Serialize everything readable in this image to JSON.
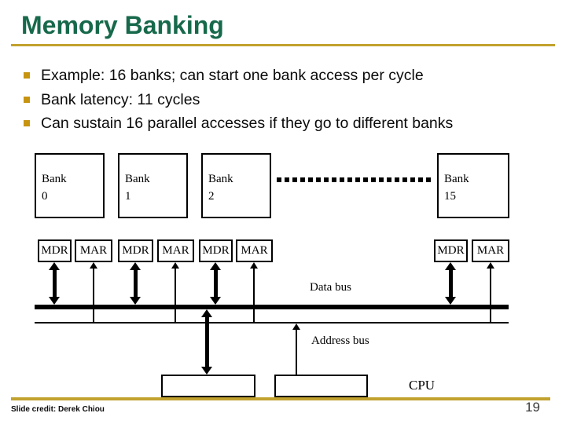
{
  "slide": {
    "title": "Memory Banking",
    "bullets": [
      "Example: 16 banks; can start one bank access per cycle",
      "Bank latency: 11 cycles",
      "Can sustain 16 parallel accesses if they go to different banks"
    ],
    "footer": {
      "credit": "Slide credit: Derek Chiou",
      "page_number": "19"
    }
  },
  "diagram": {
    "banks": [
      {
        "name": "Bank",
        "number": "0"
      },
      {
        "name": "Bank",
        "number": "1"
      },
      {
        "name": "Bank",
        "number": "2"
      },
      {
        "name": "Bank",
        "number": "15"
      }
    ],
    "register_pairs": [
      {
        "mdr": "MDR",
        "mar": "MAR"
      },
      {
        "mdr": "MDR",
        "mar": "MAR"
      },
      {
        "mdr": "MDR",
        "mar": "MAR"
      },
      {
        "mdr": "MDR",
        "mar": "MAR"
      }
    ],
    "bus_labels": {
      "data": "Data bus",
      "address": "Address bus"
    },
    "cpu_label": "CPU"
  },
  "colors": {
    "title_green": "#17694B",
    "rule_gold": "#C2A22E",
    "bullet_gold": "#C79410",
    "diagram_black": "#000000",
    "page_number_gray": "#3A3A3A"
  }
}
